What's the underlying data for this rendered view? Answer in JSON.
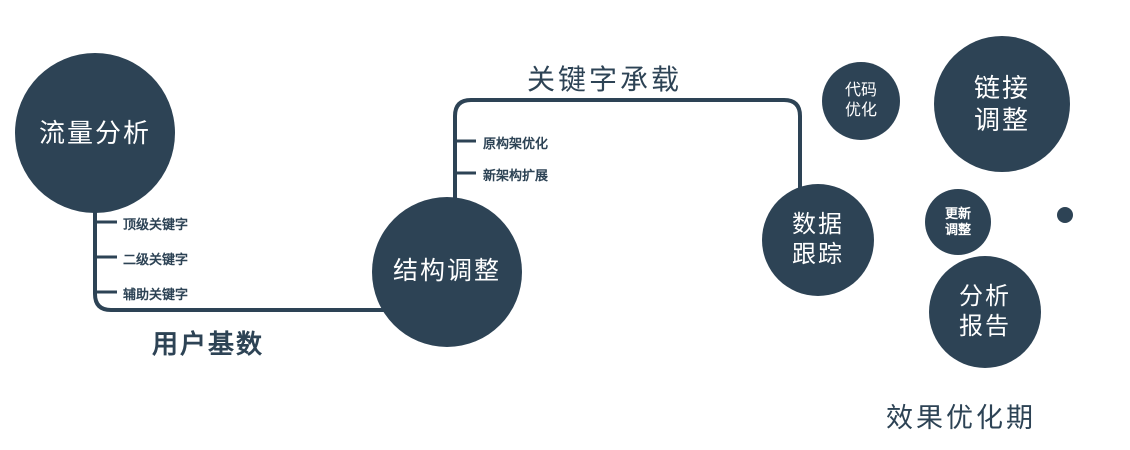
{
  "colors": {
    "primary": "#2d4355",
    "node_text": "#ffffff",
    "background": "#ffffff"
  },
  "nodes": {
    "traffic_analysis": {
      "label": "流量分析"
    },
    "structure_adjust": {
      "label": "结构调整"
    },
    "data_tracking": {
      "line1": "数据",
      "line2": "跟踪"
    },
    "code_optimize": {
      "line1": "代码",
      "line2": "优化"
    },
    "link_adjust": {
      "line1": "链接",
      "line2": "调整"
    },
    "update_adjust": {
      "line1": "更新",
      "line2": "调整"
    },
    "analysis_report": {
      "line1": "分析",
      "line2": "报告"
    }
  },
  "edge_labels": {
    "user_base": "用户基数",
    "keyword_carry": "关键字承载"
  },
  "branches": {
    "traffic_keywords": [
      "顶级关键字",
      "二级关键字",
      "辅助关键字"
    ],
    "structure_items": [
      "原构架优化",
      "新架构扩展"
    ]
  },
  "caption": "效果优化期"
}
